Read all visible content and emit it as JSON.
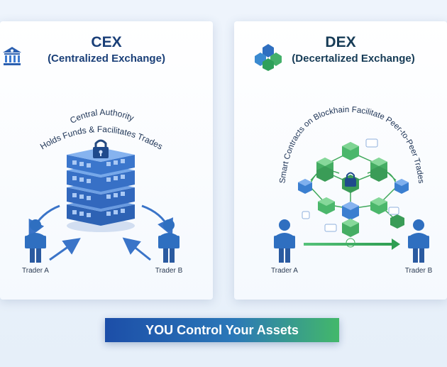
{
  "cex": {
    "title": "CEX",
    "subtitle": "(Centralized Exchange)",
    "caption_line1": "Central Authority",
    "caption_line2": "Holds Funds & Facilitates Trades",
    "trader_a": "Trader A",
    "trader_b": "Trader B",
    "icon": "bank-icon"
  },
  "dex": {
    "title": "DEX",
    "subtitle": "(Decertalized Exchange)",
    "caption": "Smart Contracts on Blockhain Facilitate Peer-to-Peer Trades",
    "trader_a": "Trader A",
    "trader_b": "Trader B",
    "icon": "cube-cluster-icon"
  },
  "banner": {
    "text": "YOU Control Your Assets"
  },
  "colors": {
    "cex_blue": "#3a6fc4",
    "dex_green": "#3fa85a",
    "title_navy": "#1a3f78",
    "trader_blue": "#2f6fc0"
  }
}
